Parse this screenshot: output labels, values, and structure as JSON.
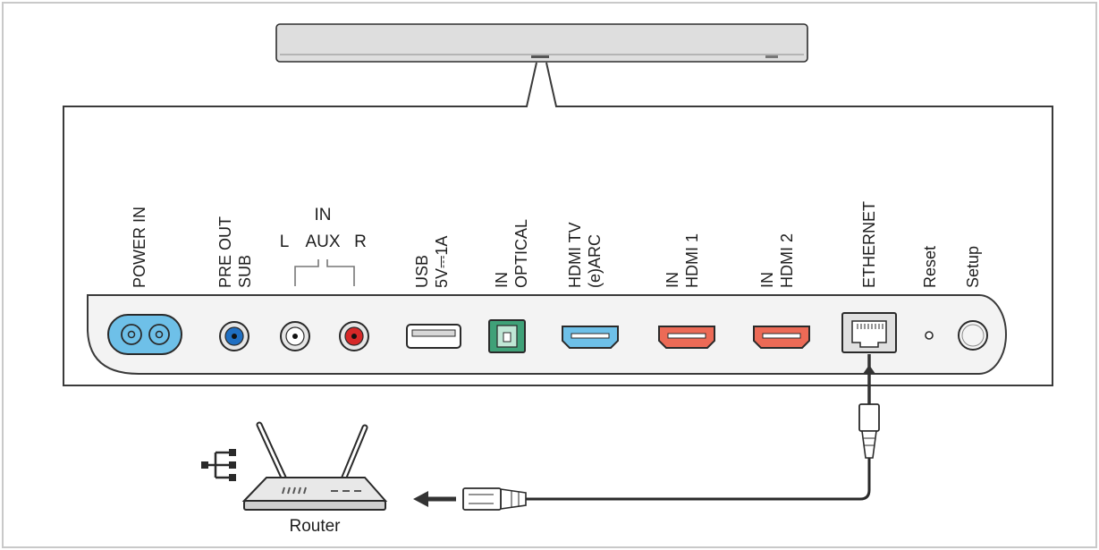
{
  "ports": [
    {
      "id": "power",
      "lines": [
        "POWER IN"
      ],
      "color": "#6ec0e8"
    },
    {
      "id": "pre-out-sub",
      "lines": [
        "PRE OUT",
        "SUB"
      ],
      "color": "#1f6fc2"
    },
    {
      "id": "usb",
      "lines": [
        "USB",
        "5V⎓1A"
      ]
    },
    {
      "id": "optical",
      "lines": [
        "IN",
        "OPTICAL"
      ],
      "color": "#3fa178"
    },
    {
      "id": "hdmi-tv",
      "lines": [
        "HDMI TV",
        "(e)ARC"
      ],
      "color": "#6ec0e8"
    },
    {
      "id": "hdmi-1",
      "lines": [
        "IN",
        "HDMI 1"
      ],
      "color": "#ec6a56"
    },
    {
      "id": "hdmi-2",
      "lines": [
        "IN",
        "HDMI 2"
      ],
      "color": "#ec6a56"
    },
    {
      "id": "ethernet",
      "lines": [
        "ETHERNET"
      ]
    },
    {
      "id": "reset",
      "lines": [
        "Reset"
      ]
    },
    {
      "id": "setup",
      "lines": [
        "Setup"
      ]
    }
  ],
  "aux": {
    "in": "IN",
    "left": "L",
    "label": "AUX",
    "right": "R",
    "left_color": "#ffffff",
    "right_color": "#d62828"
  },
  "router": {
    "label": "Router"
  },
  "icons": {
    "network": "network-tree-icon",
    "arrow": "arrow-left-icon"
  }
}
